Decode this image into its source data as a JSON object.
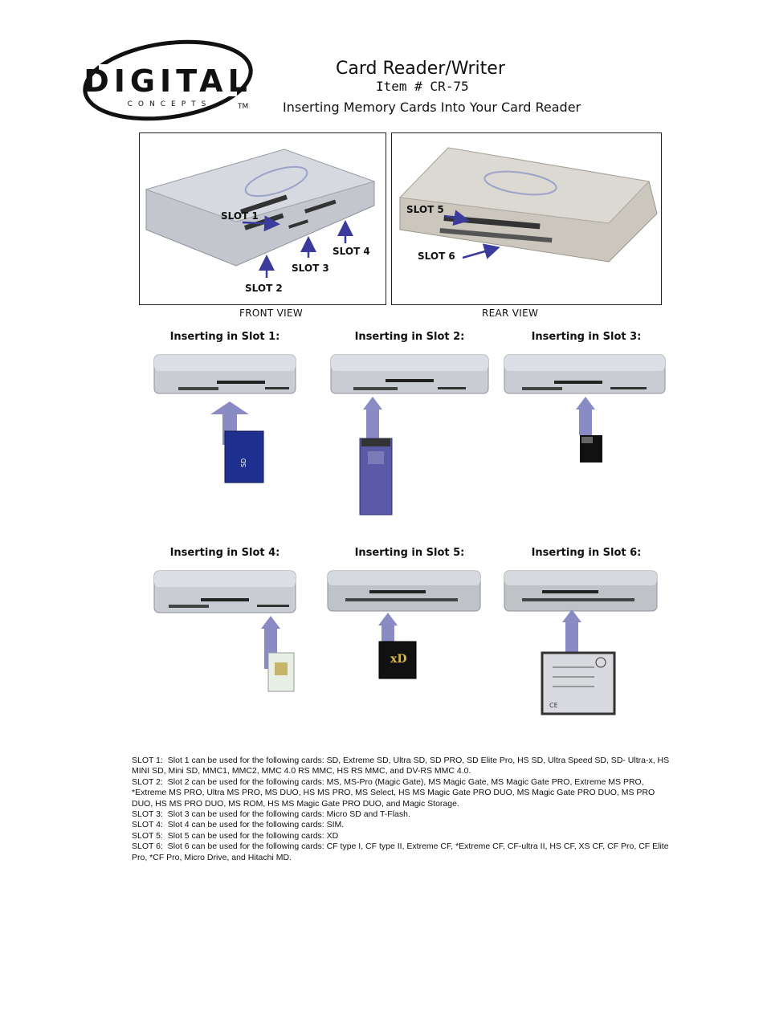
{
  "header": {
    "logo_text": "DIGITAL",
    "logo_subtext": "CONCEPTS",
    "logo_tm": "TM",
    "title": "Card Reader/Writer",
    "item_number": "Item # CR-75",
    "subtitle": "Inserting Memory Cards Into Your Card Reader"
  },
  "front_view": {
    "caption": "FRONT VIEW",
    "labels": [
      "SLOT 1",
      "SLOT 2",
      "SLOT 3",
      "SLOT 4"
    ]
  },
  "rear_view": {
    "caption": "REAR VIEW",
    "labels": [
      "SLOT 5",
      "SLOT 6"
    ]
  },
  "slot_panels": [
    {
      "heading": "Inserting in Slot 1:",
      "card": "sd"
    },
    {
      "heading": "Inserting in Slot 2:",
      "card": "ms"
    },
    {
      "heading": "Inserting in Slot 3:",
      "card": "microsd"
    },
    {
      "heading": "Inserting in Slot 4:",
      "card": "sim"
    },
    {
      "heading": "Inserting in Slot 5:",
      "card": "xd"
    },
    {
      "heading": "Inserting in Slot 6:",
      "card": "cf"
    }
  ],
  "descriptions": [
    {
      "slot": "SLOT 1:",
      "text": "Slot 1 can be used for the following cards:  SD, Extreme SD, Ultra SD, SD PRO, SD Elite Pro, HS SD, Ultra Speed SD, SD- Ultra-x, HS MINI SD, Mini SD, MMC1, MMC2, MMC 4.0 RS MMC, HS RS MMC,  and DV-RS MMC 4.0."
    },
    {
      "slot": "SLOT 2:",
      "text": "Slot 2 can be used for the following cards:  MS, MS-Pro (Magic Gate), MS Magic Gate, MS Magic Gate PRO, Extreme MS PRO, *Extreme MS PRO, Ultra MS PRO, MS DUO, HS MS PRO, MS Select, HS MS Magic Gate PRO DUO, MS Magic Gate PRO DUO, MS PRO DUO, HS MS PRO DUO, MS ROM, HS MS Magic Gate PRO DUO, and Magic Storage."
    },
    {
      "slot": "SLOT 3:",
      "text": "Slot 3 can be used for the following cards:  Micro SD and T-Flash."
    },
    {
      "slot": "SLOT 4:",
      "text": "Slot 4 can be used for the following cards:  SIM."
    },
    {
      "slot": "SLOT 5:",
      "text": "Slot 5 can be used for the following cards:  XD"
    },
    {
      "slot": "SLOT 6:",
      "text": "Slot 6 can be used for the following cards:  CF type I,  CF type II, Extreme CF, *Extreme CF, CF-ultra II, HS CF, XS CF, CF Pro, CF Elite Pro, *CF Pro, Micro Drive, and Hitachi MD."
    }
  ],
  "colors": {
    "arrow": "#3b3b9c",
    "panel_arrow": "#8a8ac4",
    "device": "#b9bcc4",
    "device_top": "#d4d7de",
    "sd_card": "#1f2f8f",
    "ms_card": "#5a5aa6",
    "sim": "#e8f0e6",
    "cf_card": "#d9dadf"
  }
}
